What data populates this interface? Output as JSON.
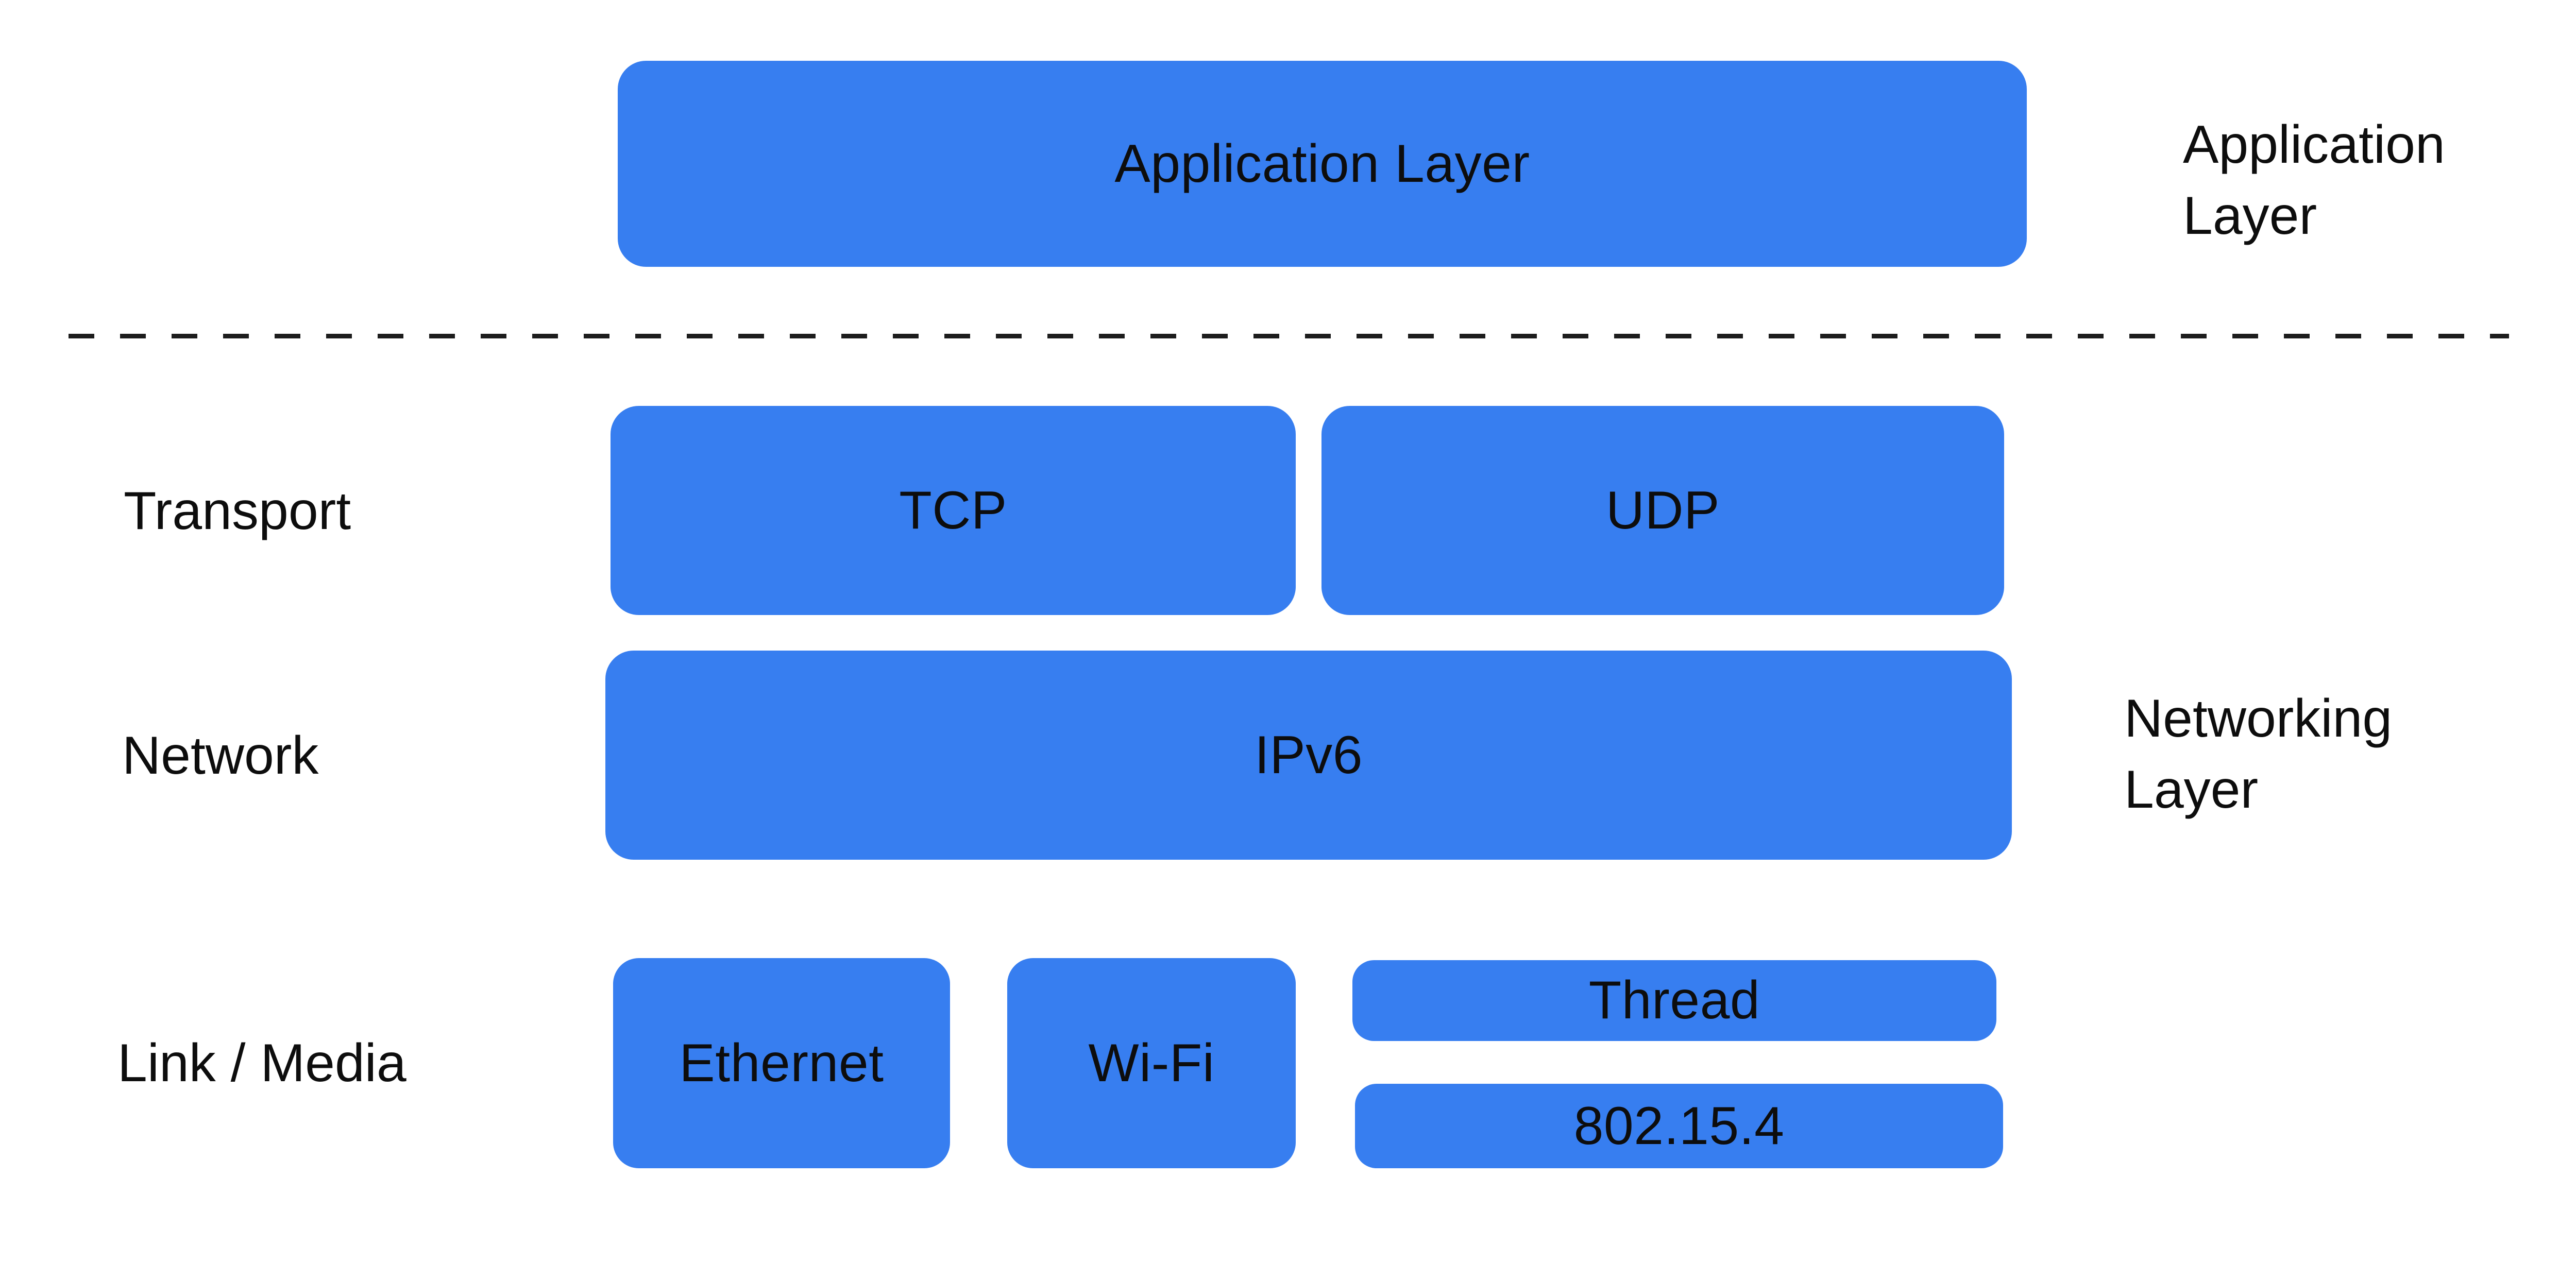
{
  "colors": {
    "box_fill": "#377EF0",
    "text": "#0D0D0D",
    "divider": "#1D1D1D",
    "background": "#FFFFFF"
  },
  "stack": {
    "application_box": "Application Layer",
    "tcp_box": "TCP",
    "udp_box": "UDP",
    "ipv6_box": "IPv6",
    "ethernet_box": "Ethernet",
    "wifi_box": "Wi-Fi",
    "thread_box": "Thread",
    "ieee_802_15_4_box": "802.15.4"
  },
  "row_labels": {
    "transport": "Transport",
    "network": "Network",
    "link_media": "Link / Media"
  },
  "group_labels": {
    "application": {
      "line1": "Application",
      "line2": "Layer"
    },
    "networking": {
      "line1": "Networking",
      "line2": "Layer"
    }
  }
}
